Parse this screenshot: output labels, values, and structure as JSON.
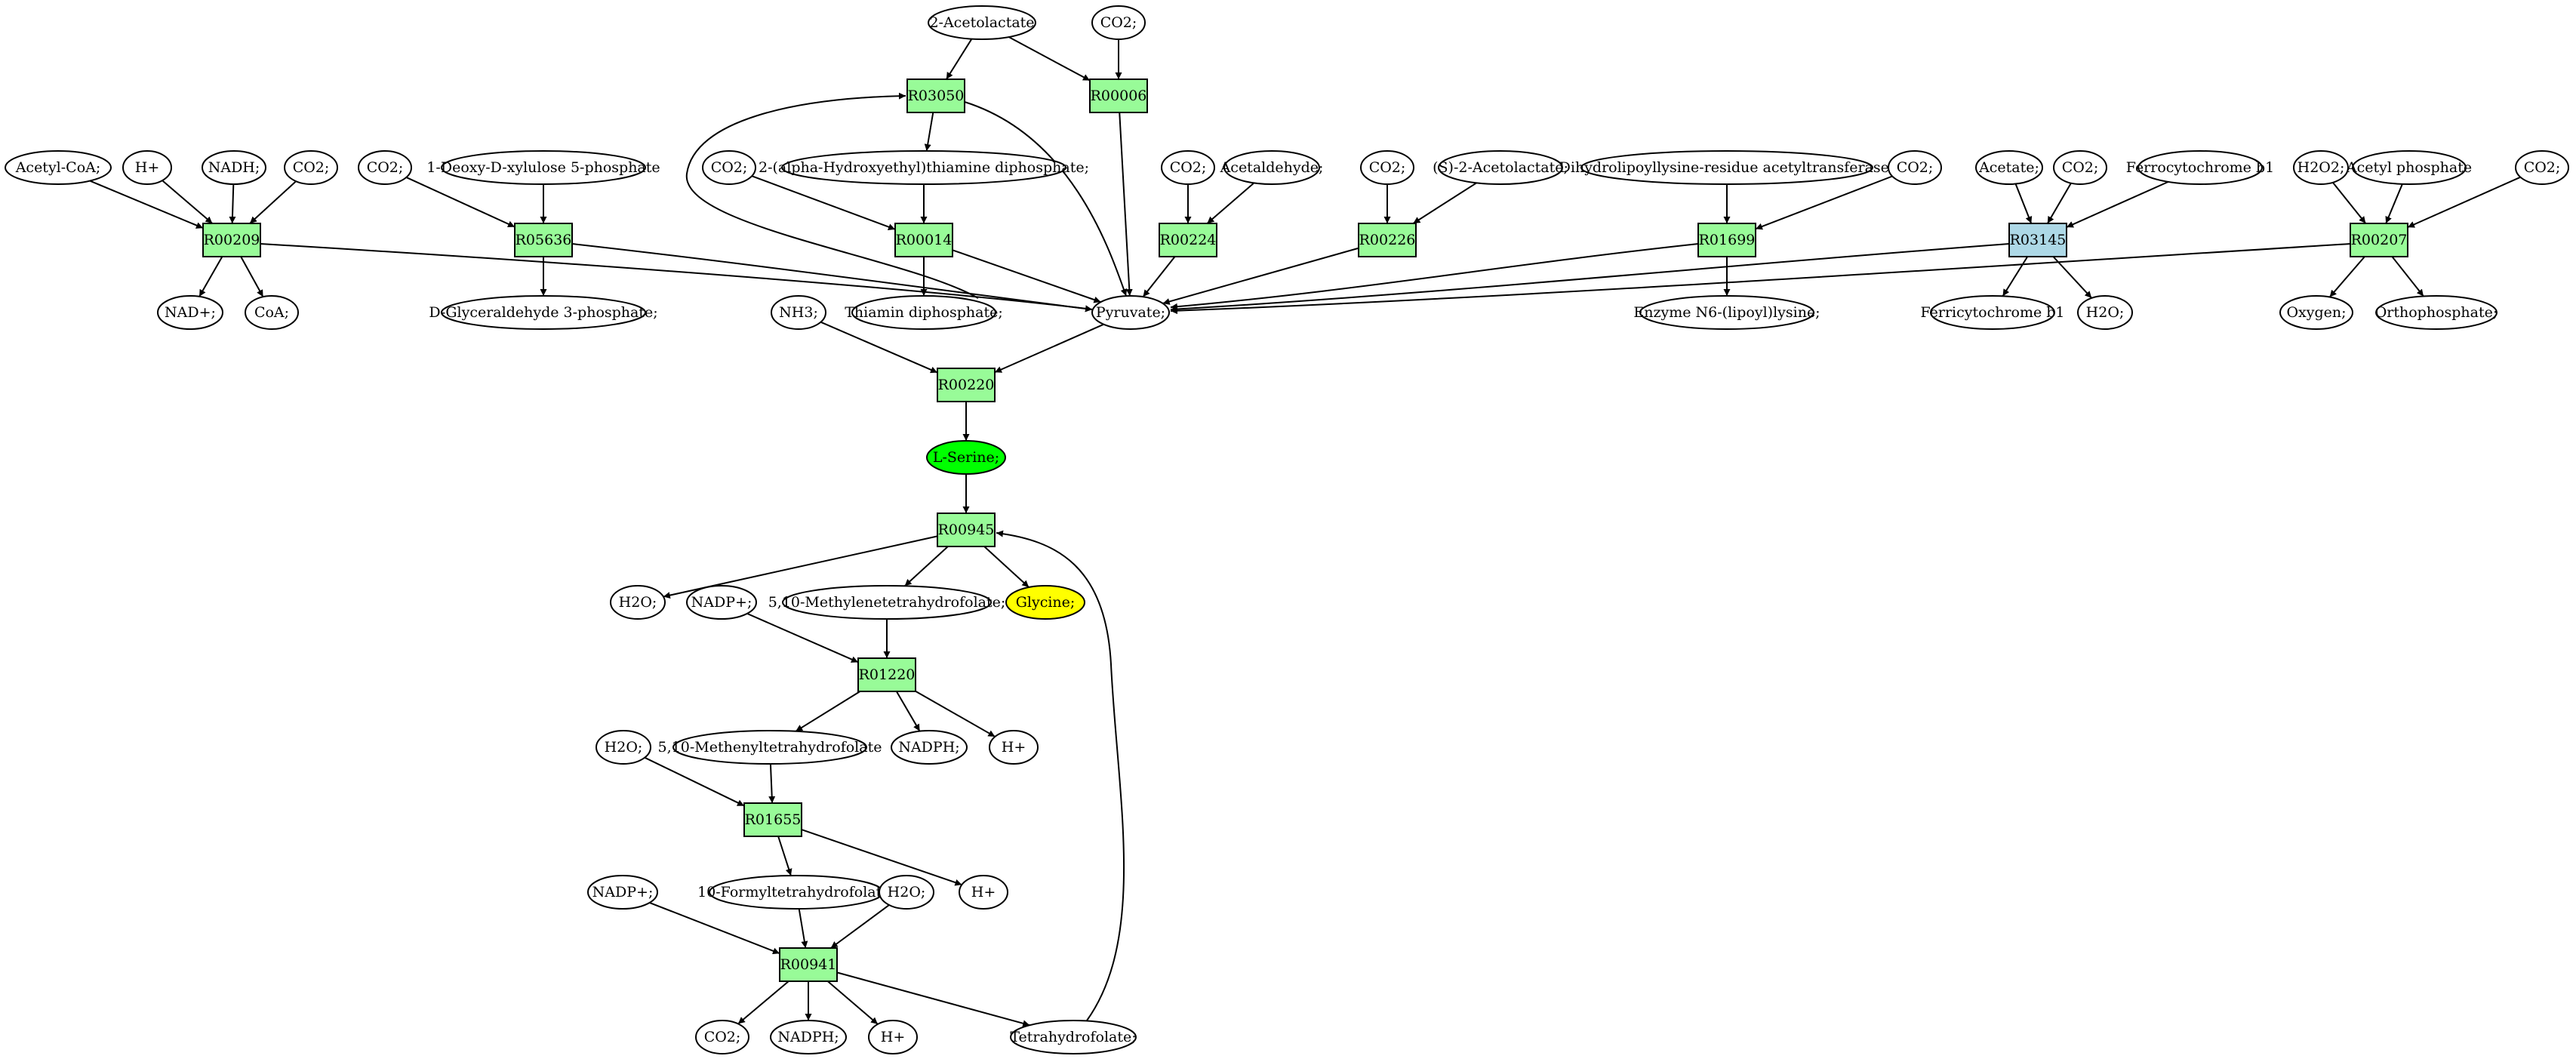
{
  "colors": {
    "reaction_default": "#98fb98",
    "reaction_highlight": "#add8e6",
    "compound_default": "#ffffff",
    "compound_focus": "#00ff00",
    "compound_product": "#ffff00",
    "stroke": "#000000"
  },
  "nodes": [
    {
      "id": "acetolactate2",
      "label": "2-Acetolactate",
      "shape": "ellipse"
    },
    {
      "id": "co2_a",
      "label": "CO2;",
      "shape": "ellipse"
    },
    {
      "id": "R03050",
      "label": "R03050",
      "shape": "rect"
    },
    {
      "id": "R00006",
      "label": "R00006",
      "shape": "rect"
    },
    {
      "id": "acetylcoa",
      "label": "Acetyl-CoA;",
      "shape": "ellipse"
    },
    {
      "id": "hplus_a",
      "label": "H+",
      "shape": "ellipse"
    },
    {
      "id": "nadh",
      "label": "NADH;",
      "shape": "ellipse"
    },
    {
      "id": "co2_b",
      "label": "CO2;",
      "shape": "ellipse"
    },
    {
      "id": "co2_c",
      "label": "CO2;",
      "shape": "ellipse"
    },
    {
      "id": "deoxyxylulose",
      "label": "1-Deoxy-D-xylulose 5-phosphate",
      "shape": "ellipse"
    },
    {
      "id": "co2_d",
      "label": "CO2;",
      "shape": "ellipse"
    },
    {
      "id": "hydroxyethyl",
      "label": "2-(alpha-Hydroxyethyl)thiamine diphosphate;",
      "shape": "ellipse"
    },
    {
      "id": "co2_e",
      "label": "CO2;",
      "shape": "ellipse"
    },
    {
      "id": "acetaldehyde",
      "label": "Acetaldehyde;",
      "shape": "ellipse"
    },
    {
      "id": "co2_f",
      "label": "CO2;",
      "shape": "ellipse"
    },
    {
      "id": "s2acetolactate",
      "label": "(S)-2-Acetolactate;",
      "shape": "ellipse"
    },
    {
      "id": "dihydrolipoyl",
      "label": "Dihydrolipoyllysine-residue acetyltransferase]",
      "shape": "ellipse"
    },
    {
      "id": "co2_g",
      "label": "CO2;",
      "shape": "ellipse"
    },
    {
      "id": "acetate",
      "label": "Acetate;",
      "shape": "ellipse"
    },
    {
      "id": "co2_h",
      "label": "CO2;",
      "shape": "ellipse"
    },
    {
      "id": "ferrocyt",
      "label": "Ferrocytochrome b1",
      "shape": "ellipse"
    },
    {
      "id": "h2o2",
      "label": "H2O2;",
      "shape": "ellipse"
    },
    {
      "id": "acetylphos",
      "label": "Acetyl phosphate",
      "shape": "ellipse"
    },
    {
      "id": "co2_i",
      "label": "CO2;",
      "shape": "ellipse"
    },
    {
      "id": "R00209",
      "label": "R00209",
      "shape": "rect"
    },
    {
      "id": "R05636",
      "label": "R05636",
      "shape": "rect"
    },
    {
      "id": "R00014",
      "label": "R00014",
      "shape": "rect"
    },
    {
      "id": "R00224",
      "label": "R00224",
      "shape": "rect"
    },
    {
      "id": "R00226",
      "label": "R00226",
      "shape": "rect"
    },
    {
      "id": "R01699",
      "label": "R01699",
      "shape": "rect"
    },
    {
      "id": "R03145",
      "label": "R03145",
      "shape": "rect",
      "highlight": true
    },
    {
      "id": "R00207",
      "label": "R00207",
      "shape": "rect"
    },
    {
      "id": "nadplus_a",
      "label": "NAD+;",
      "shape": "ellipse"
    },
    {
      "id": "coa",
      "label": "CoA;",
      "shape": "ellipse"
    },
    {
      "id": "glyceraldehyde",
      "label": "D-Glyceraldehyde 3-phosphate;",
      "shape": "ellipse"
    },
    {
      "id": "nh3",
      "label": "NH3;",
      "shape": "ellipse"
    },
    {
      "id": "thiamin",
      "label": "Thiamin diphosphate;",
      "shape": "ellipse"
    },
    {
      "id": "pyruvate",
      "label": "Pyruvate;",
      "shape": "ellipse"
    },
    {
      "id": "lipoyllysine",
      "label": "Enzyme N6-(lipoyl)lysine;",
      "shape": "ellipse"
    },
    {
      "id": "ferricyt",
      "label": "Ferricytochrome b1",
      "shape": "ellipse"
    },
    {
      "id": "h2o_a",
      "label": "H2O;",
      "shape": "ellipse"
    },
    {
      "id": "oxygen",
      "label": "Oxygen;",
      "shape": "ellipse"
    },
    {
      "id": "orthophosphate",
      "label": "Orthophosphate;",
      "shape": "ellipse"
    },
    {
      "id": "R00220",
      "label": "R00220",
      "shape": "rect"
    },
    {
      "id": "lserine",
      "label": "L-Serine;",
      "shape": "ellipse",
      "focus": true
    },
    {
      "id": "R00945",
      "label": "R00945",
      "shape": "rect"
    },
    {
      "id": "h2o_b",
      "label": "H2O;",
      "shape": "ellipse"
    },
    {
      "id": "nadpplus_a",
      "label": "NADP+;",
      "shape": "ellipse"
    },
    {
      "id": "methylene",
      "label": "5,10-Methylenetetrahydrofolate;",
      "shape": "ellipse"
    },
    {
      "id": "glycine",
      "label": "Glycine;",
      "shape": "ellipse",
      "product": true
    },
    {
      "id": "R01220",
      "label": "R01220",
      "shape": "rect"
    },
    {
      "id": "h2o_c",
      "label": "H2O;",
      "shape": "ellipse"
    },
    {
      "id": "methenyl",
      "label": "5,10-Methenyltetrahydrofolate",
      "shape": "ellipse"
    },
    {
      "id": "nadph_a",
      "label": "NADPH;",
      "shape": "ellipse"
    },
    {
      "id": "hplus_b",
      "label": "H+",
      "shape": "ellipse"
    },
    {
      "id": "R01655",
      "label": "R01655",
      "shape": "rect"
    },
    {
      "id": "nadpplus_b",
      "label": "NADP+;",
      "shape": "ellipse"
    },
    {
      "id": "formyl",
      "label": "10-Formyltetrahydrofolate;",
      "shape": "ellipse"
    },
    {
      "id": "h2o_d",
      "label": "H2O;",
      "shape": "ellipse"
    },
    {
      "id": "hplus_c",
      "label": "H+",
      "shape": "ellipse"
    },
    {
      "id": "R00941",
      "label": "R00941",
      "shape": "rect"
    },
    {
      "id": "co2_j",
      "label": "CO2;",
      "shape": "ellipse"
    },
    {
      "id": "nadph_b",
      "label": "NADPH;",
      "shape": "ellipse"
    },
    {
      "id": "hplus_d",
      "label": "H+",
      "shape": "ellipse"
    },
    {
      "id": "thf",
      "label": "Tetrahydrofolate;",
      "shape": "ellipse"
    }
  ],
  "edges": [
    [
      "acetolactate2",
      "R03050"
    ],
    [
      "acetolactate2",
      "R00006"
    ],
    [
      "co2_a",
      "R00006"
    ],
    [
      "R03050",
      "hydroxyethyl"
    ],
    [
      "R03050",
      "pyruvate"
    ],
    [
      "R00006",
      "pyruvate"
    ],
    [
      "acetylcoa",
      "R00209"
    ],
    [
      "hplus_a",
      "R00209"
    ],
    [
      "nadh",
      "R00209"
    ],
    [
      "co2_b",
      "R00209"
    ],
    [
      "R00209",
      "nadplus_a"
    ],
    [
      "R00209",
      "coa"
    ],
    [
      "R00209",
      "pyruvate"
    ],
    [
      "co2_c",
      "R05636"
    ],
    [
      "deoxyxylulose",
      "R05636"
    ],
    [
      "R05636",
      "glyceraldehyde"
    ],
    [
      "R05636",
      "pyruvate"
    ],
    [
      "co2_d",
      "R00014"
    ],
    [
      "hydroxyethyl",
      "R00014"
    ],
    [
      "R00014",
      "thiamin"
    ],
    [
      "R00014",
      "pyruvate"
    ],
    [
      "thiamin",
      "R03050"
    ],
    [
      "co2_e",
      "R00224"
    ],
    [
      "acetaldehyde",
      "R00224"
    ],
    [
      "R00224",
      "pyruvate"
    ],
    [
      "co2_f",
      "R00226"
    ],
    [
      "s2acetolactate",
      "R00226"
    ],
    [
      "R00226",
      "pyruvate"
    ],
    [
      "dihydrolipoyl",
      "R01699"
    ],
    [
      "co2_g",
      "R01699"
    ],
    [
      "R01699",
      "lipoyllysine"
    ],
    [
      "R01699",
      "pyruvate"
    ],
    [
      "acetate",
      "R03145"
    ],
    [
      "co2_h",
      "R03145"
    ],
    [
      "ferrocyt",
      "R03145"
    ],
    [
      "R03145",
      "ferricyt"
    ],
    [
      "R03145",
      "h2o_a"
    ],
    [
      "R03145",
      "pyruvate"
    ],
    [
      "h2o2",
      "R00207"
    ],
    [
      "acetylphos",
      "R00207"
    ],
    [
      "co2_i",
      "R00207"
    ],
    [
      "R00207",
      "oxygen"
    ],
    [
      "R00207",
      "orthophosphate"
    ],
    [
      "R00207",
      "pyruvate"
    ],
    [
      "nh3",
      "R00220"
    ],
    [
      "pyruvate",
      "R00220"
    ],
    [
      "R00220",
      "lserine"
    ],
    [
      "lserine",
      "R00945"
    ],
    [
      "R00945",
      "h2o_b"
    ],
    [
      "R00945",
      "methylene"
    ],
    [
      "R00945",
      "glycine"
    ],
    [
      "nadpplus_a",
      "R01220"
    ],
    [
      "methylene",
      "R01220"
    ],
    [
      "R01220",
      "methenyl"
    ],
    [
      "R01220",
      "nadph_a"
    ],
    [
      "R01220",
      "hplus_b"
    ],
    [
      "h2o_c",
      "R01655"
    ],
    [
      "methenyl",
      "R01655"
    ],
    [
      "R01655",
      "formyl"
    ],
    [
      "R01655",
      "hplus_c"
    ],
    [
      "nadpplus_b",
      "R00941"
    ],
    [
      "formyl",
      "R00941"
    ],
    [
      "h2o_d",
      "R00941"
    ],
    [
      "R00941",
      "co2_j"
    ],
    [
      "R00941",
      "nadph_b"
    ],
    [
      "R00941",
      "hplus_d"
    ],
    [
      "R00941",
      "thf"
    ],
    [
      "thf",
      "R00945"
    ]
  ]
}
